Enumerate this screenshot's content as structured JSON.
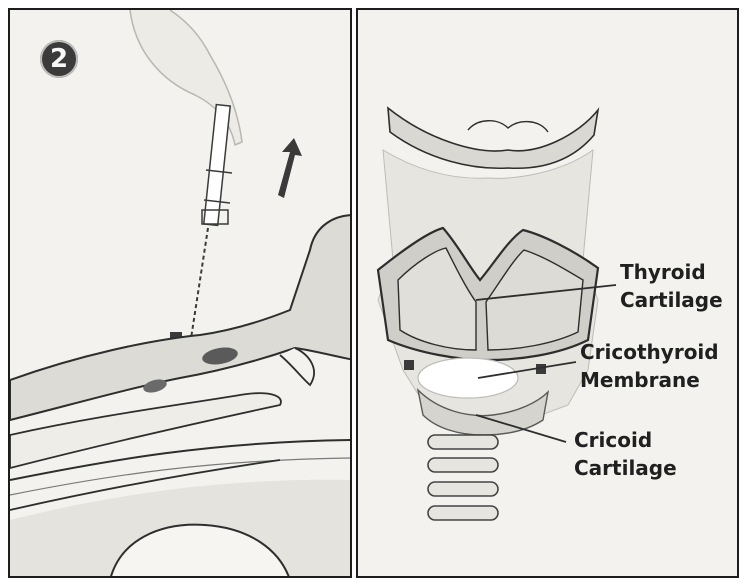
{
  "step_number": "2",
  "labels": {
    "thyroid": [
      "Thyroid",
      "Cartilage"
    ],
    "cricothyroid": [
      "Cricothyroid",
      "Membrane"
    ],
    "cricoid": [
      "Cricoid",
      "Cartilage"
    ]
  }
}
